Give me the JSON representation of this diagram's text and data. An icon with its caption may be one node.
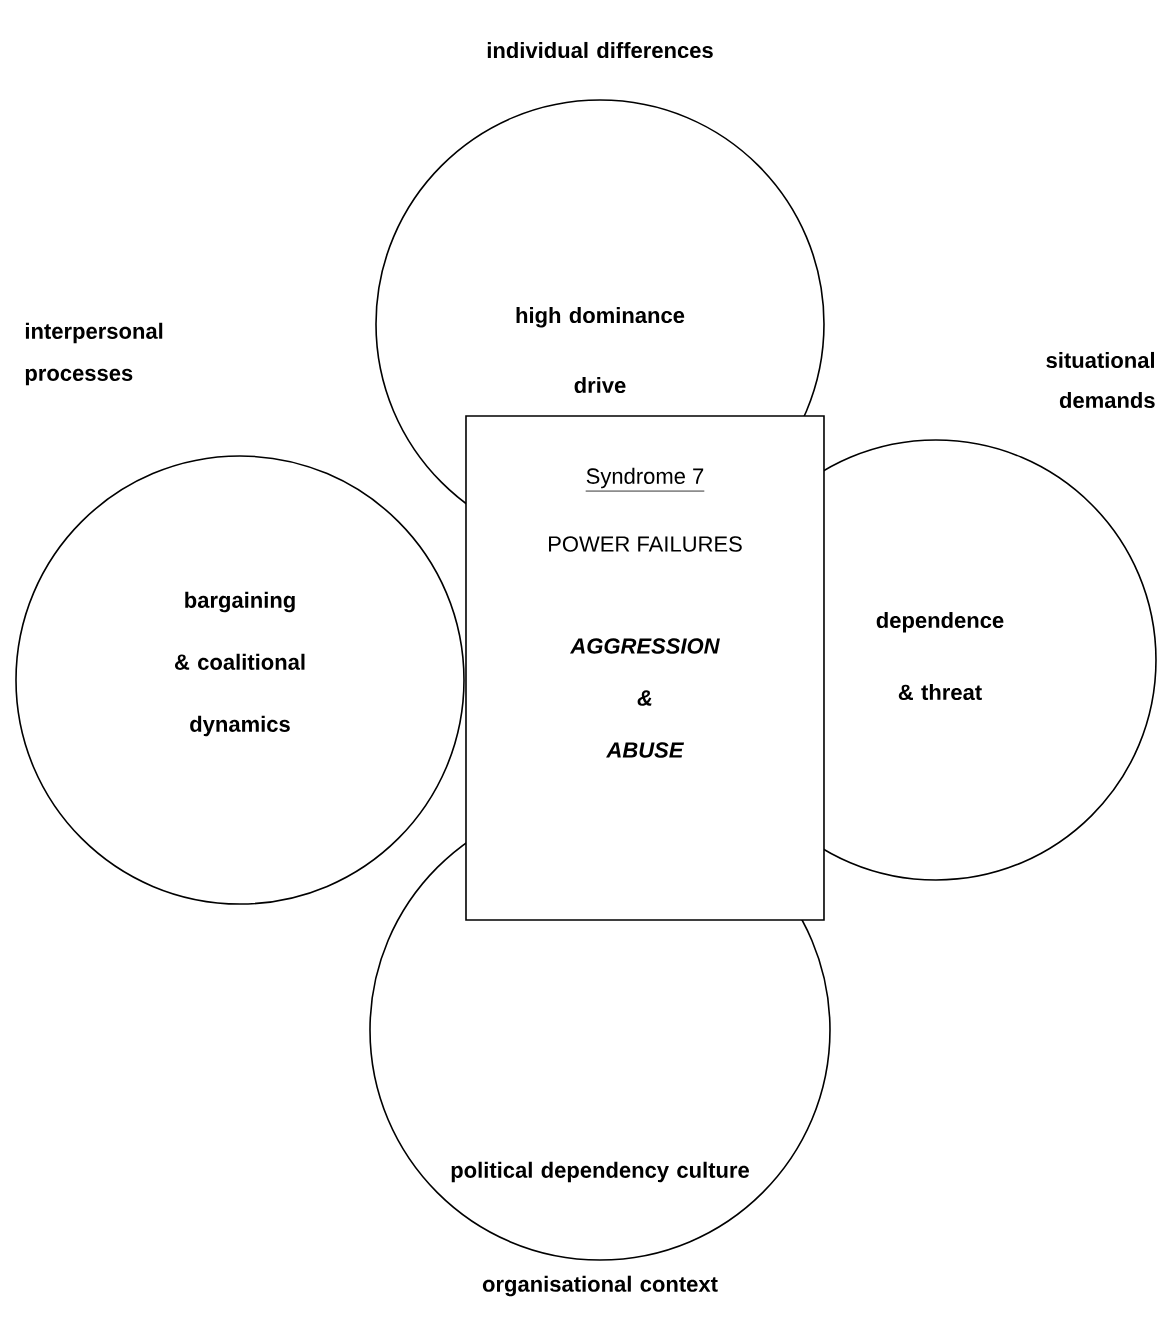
{
  "diagram": {
    "nodes": [
      {
        "text": [
          "individual differences",
          "high dominance drive"
        ]
      },
      {
        "text": [
          "interpersonal processes",
          "bargaining & coalitional dynamics"
        ]
      },
      {
        "text": [
          "Syndrome 7",
          "POWER FAILURES",
          "AGGRESSION & ABUSE"
        ]
      },
      {
        "text": [
          "situational demands",
          "dependence & threat"
        ]
      },
      {
        "text": [
          "political dependency culture",
          "organisational context"
        ]
      }
    ],
    "edges": []
  }
}
